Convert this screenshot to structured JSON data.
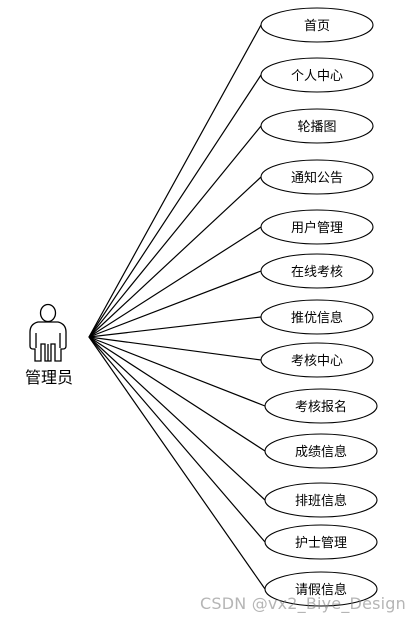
{
  "actor": {
    "label": "管理员"
  },
  "use_cases": [
    {
      "label": "首页"
    },
    {
      "label": "个人中心"
    },
    {
      "label": "轮播图"
    },
    {
      "label": "通知公告"
    },
    {
      "label": "用户管理"
    },
    {
      "label": "在线考核"
    },
    {
      "label": "推优信息"
    },
    {
      "label": "考核中心"
    },
    {
      "label": "考核报名"
    },
    {
      "label": "成绩信息"
    },
    {
      "label": "排班信息"
    },
    {
      "label": "护士管理"
    },
    {
      "label": "请假信息"
    }
  ],
  "watermark": {
    "text": "CSDN @vx2_Biye_Design"
  }
}
